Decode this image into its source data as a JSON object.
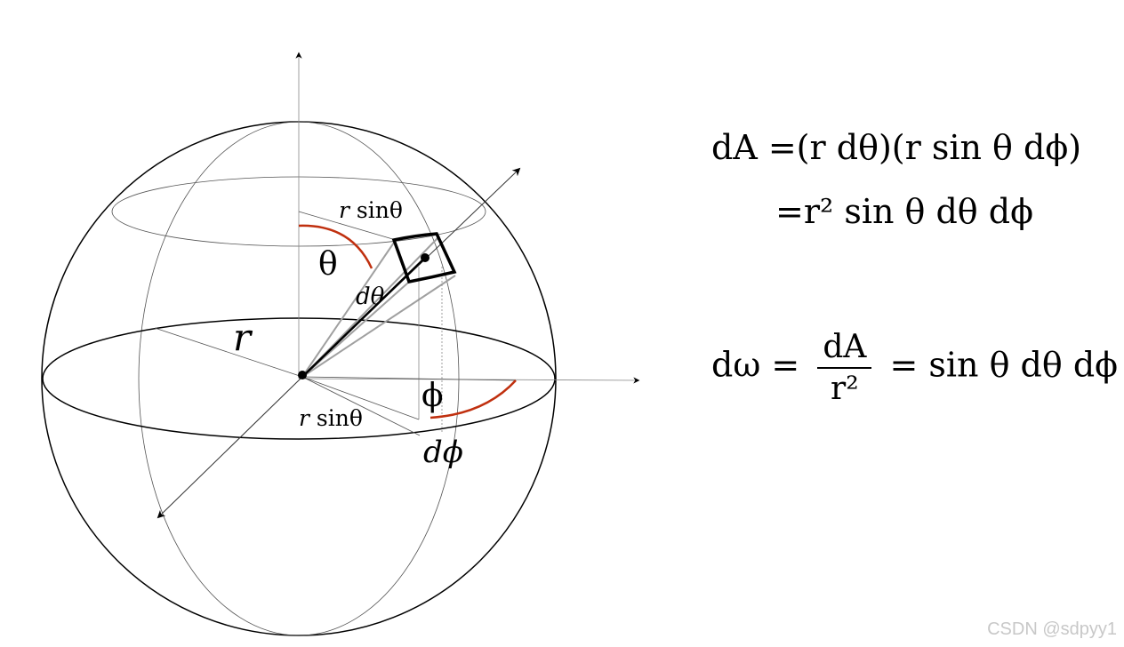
{
  "labels": {
    "radius": "r",
    "polar_angle": "θ",
    "d_polar": "dθ",
    "azimuth": "ϕ",
    "d_azimuth": "dϕ",
    "r_sin_theta_top_r": "r",
    "r_sin_theta_top_rest": "sinθ",
    "r_sin_theta_bottom_r": "r",
    "r_sin_theta_bottom_rest": "sinθ"
  },
  "equations": {
    "area_line1": "dA =(r dθ)(r sin θ dϕ)",
    "area_line2": "=r² sin θ dθ dϕ",
    "solid_lhs": "dω =",
    "solid_num": "dA",
    "solid_den": "r²",
    "solid_rhs": "= sin θ dθ dϕ"
  },
  "watermark": "CSDN @sdpyy1",
  "colors": {
    "lines": "#000000",
    "thin_lines": "#555555",
    "gray_rays": "#a0a0a0",
    "arcs": "#c0300f"
  }
}
